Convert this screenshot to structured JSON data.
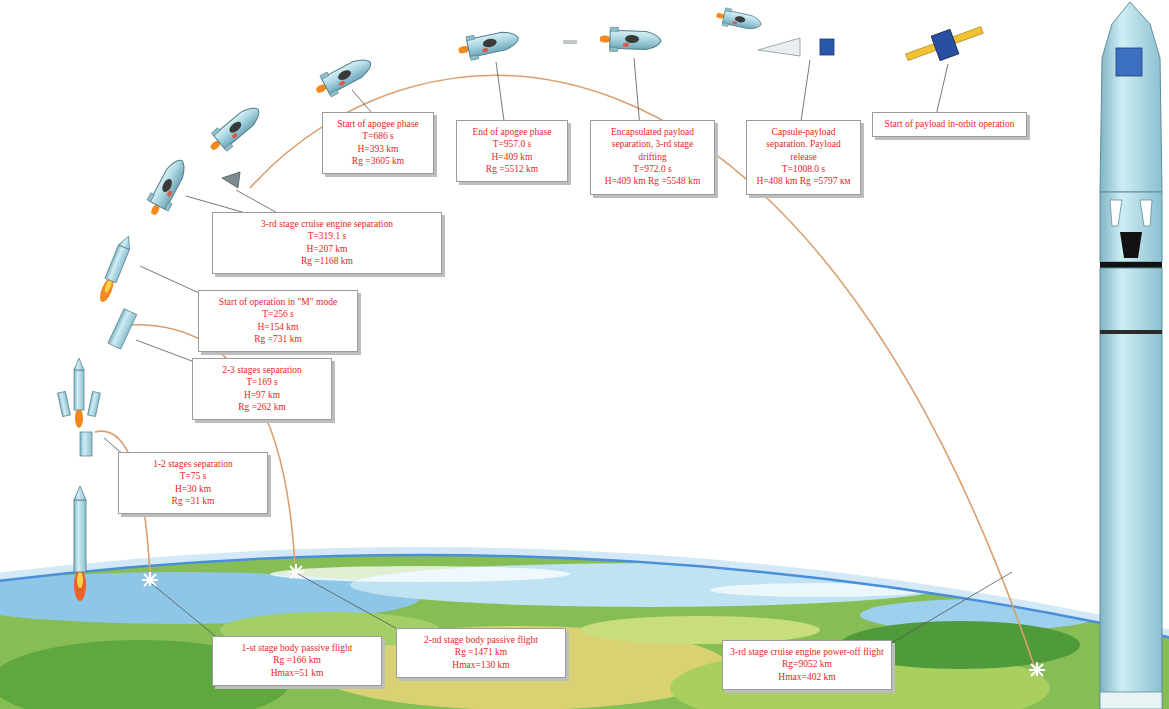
{
  "diagram": {
    "nodes": [
      {
        "text": [
          "1-2 stages separation",
          "T=75 s",
          "H=30 km",
          "Rg =31 km"
        ]
      },
      {
        "text": [
          "2-3 stages separation",
          "T=169 s",
          "H=97 km",
          "Rg =262 km"
        ]
      },
      {
        "text": [
          "Start of operation in \"M\" mode",
          "T=256 s",
          "H=154 km",
          "Rg =731 km"
        ]
      },
      {
        "text": [
          "3-rd stage cruise engine separation",
          "T=319.1 s",
          "H=207 km",
          "Rg =1168 km"
        ]
      },
      {
        "text": [
          "Start of apogee phase",
          "T=686 s",
          "H=393 km",
          "Rg =3605 km"
        ]
      },
      {
        "text": [
          "End of apogee phase",
          "T=957.0 s",
          "H=409 km",
          "Rg =5512 km"
        ]
      },
      {
        "text": [
          "Encapsulated payload separation, 3-rd stage drifting",
          "T=972.0 s",
          "H=409 km Rg =5548 km"
        ]
      },
      {
        "text": [
          "Capsule-payload separation. Payload release",
          "T=1008.0 s",
          "H=408 km Rg =5797 км"
        ]
      },
      {
        "text": [
          "Start of payload in-orbit operation"
        ]
      },
      {
        "text": [
          "1-st stage body passive flight",
          "Rg =166 km",
          "Hmax=51 km"
        ]
      },
      {
        "text": [
          "2-nd stage body passive flight",
          "Rg =1471 km",
          "Hmax=130 km"
        ]
      },
      {
        "text": [
          "3-rd stage cruise engine power-off flight",
          "Rg=9052 km",
          "Hmax=402 km"
        ]
      }
    ]
  }
}
